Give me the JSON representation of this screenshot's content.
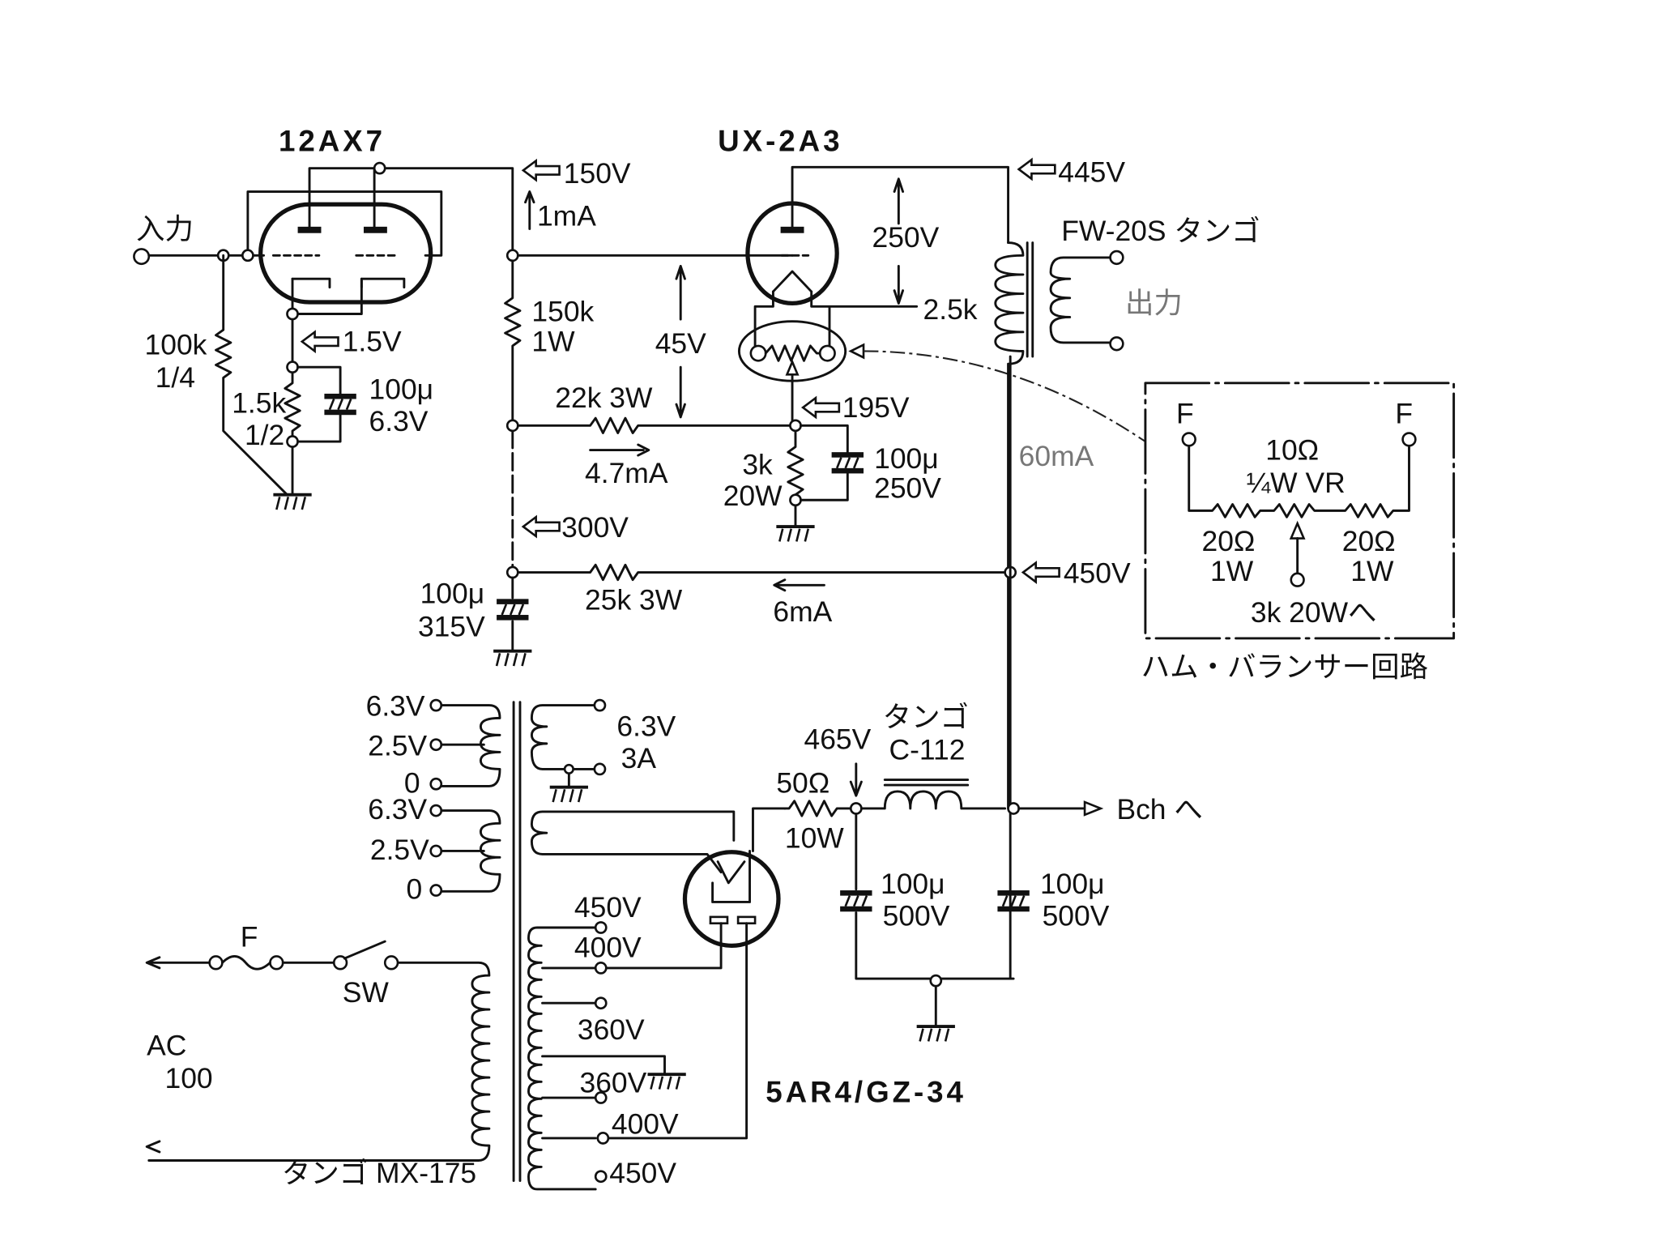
{
  "tubes": {
    "preamp": "12AX7",
    "output": "UX-2A3",
    "rectifier": "5AR4/GZ-34"
  },
  "input": {
    "label": "入力"
  },
  "output": {
    "label": "出力",
    "transformer": "FW-20S タンゴ",
    "impedance": "2.5k"
  },
  "preamp_stage": {
    "grid_resistor": "100k",
    "grid_resistor_power": "1/4",
    "cathode_voltage": "1.5V",
    "cathode_resistor": "1.5k",
    "cathode_resistor_power": "1/2",
    "cathode_cap": "100μ",
    "cathode_cap_voltage": "6.3V",
    "plate_voltage": "150V",
    "plate_current": "1mA",
    "plate_resistor": "150k",
    "plate_resistor_power": "1W"
  },
  "output_stage": {
    "grid_voltage_drop": "45V",
    "dropping_resistor": "22k 3W",
    "divider_current": "4.7mA",
    "cathode_voltage": "195V",
    "cathode_resistor": "3k",
    "cathode_resistor_power": "20W",
    "cathode_cap": "100μ",
    "cathode_cap_voltage": "250V",
    "plate_supply": "445V",
    "plate_cathode_voltage": "250V",
    "plate_current": "60mA"
  },
  "supply_rail": {
    "voltage_300": "300V",
    "voltage_450": "450V",
    "resistor": "25k 3W",
    "current": "6mA",
    "cap": "100μ",
    "cap_voltage": "315V"
  },
  "hum_balancer": {
    "title": "ハム・バランサー回路",
    "f_left": "F",
    "f_right": "F",
    "pot": "10Ω",
    "pot_rating": "¼W VR",
    "r_left": "20Ω",
    "r_left_power": "1W",
    "r_right": "20Ω",
    "r_right_power": "1W",
    "to": "3k 20Wへ"
  },
  "power_supply": {
    "heater_taps_1": [
      "6.3V",
      "2.5V",
      "0"
    ],
    "heater_taps_2": [
      "6.3V",
      "2.5V",
      "0"
    ],
    "heater_out": "6.3V",
    "heater_out_current": "3A",
    "hv_taps": [
      "450V",
      "400V",
      "360V",
      "360V",
      "400V",
      "450V"
    ],
    "fuse": "F",
    "switch": "SW",
    "mains": "AC",
    "mains_voltage": "100",
    "transformer": "タンゴ MX-175",
    "filter_resistor": "50Ω",
    "filter_resistor_power": "10W",
    "rectified_voltage": "465V",
    "choke_brand": "タンゴ",
    "choke": "C-112",
    "cap1": "100μ",
    "cap1_voltage": "500V",
    "cap2": "100μ",
    "cap2_voltage": "500V",
    "b_out": "Bch へ"
  }
}
